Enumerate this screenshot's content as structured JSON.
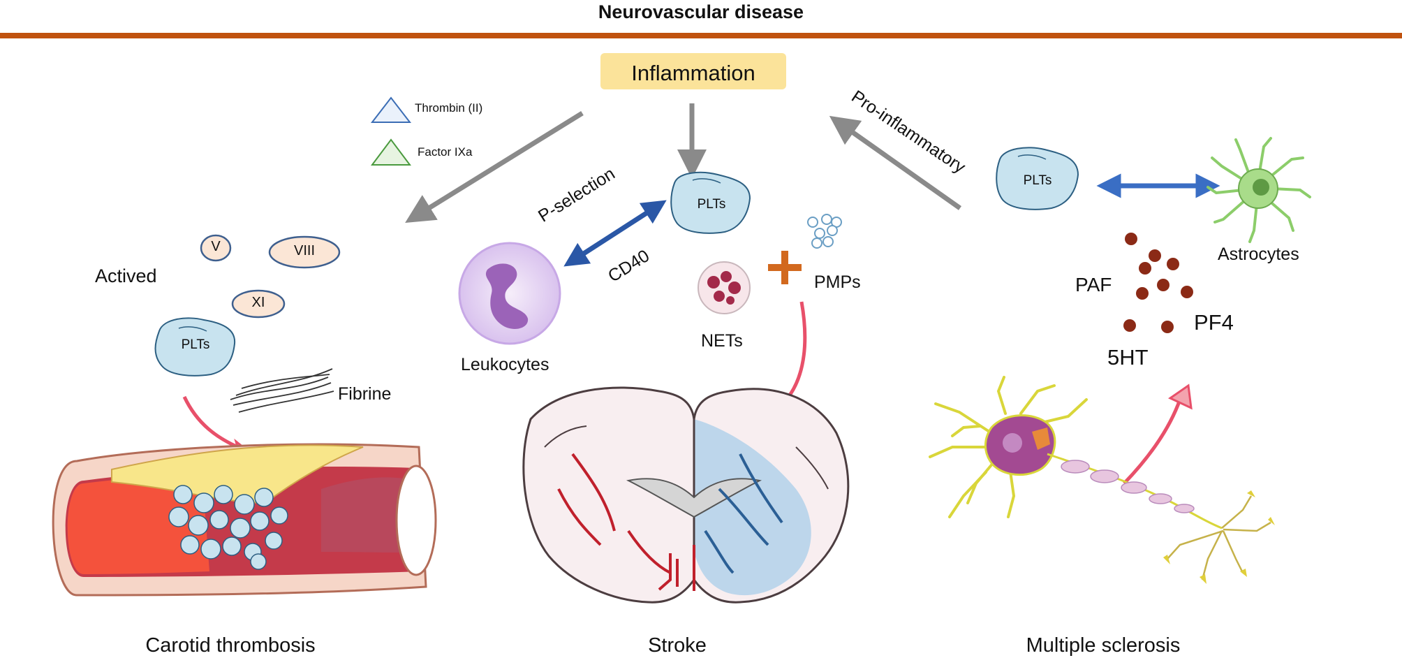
{
  "header": {
    "title": "Neurovascular disease"
  },
  "center": {
    "inflammation": "Inflammation"
  },
  "legend": [
    {
      "label": "Thrombin (II)",
      "color": "#3b6db5"
    },
    {
      "label": "Factor IXa",
      "color": "#4a9a3e"
    }
  ],
  "left": {
    "factors": [
      "V",
      "VIII",
      "XI"
    ],
    "actived": "Actived",
    "plts": "PLTs",
    "fibrine": "Fibrine",
    "caption": "Carotid thrombosis"
  },
  "middle": {
    "plts": "PLTs",
    "p_selection": "P-selection",
    "cd40": "CD40",
    "leukocytes": "Leukocytes",
    "nets": "NETs",
    "pmps": "PMPs",
    "caption": "Stroke"
  },
  "right": {
    "pro_inflammatory": "Pro-inflammatory",
    "plts": "PLTs",
    "astrocytes": "Astrocytes",
    "paf": "PAF",
    "pf4": "PF4",
    "ht5": "5HT",
    "caption": "Multiple sclerosis"
  },
  "colors": {
    "header_line": "#c0520e",
    "inflammation_box": "#fbe39a",
    "gray_arrow": "#8a8a8a",
    "blue_arrow": "#2a57a6",
    "pink_arrow": "#e8506a",
    "plt_fill": "#c8e3ef",
    "factor_fill": "#fbe6d6"
  }
}
